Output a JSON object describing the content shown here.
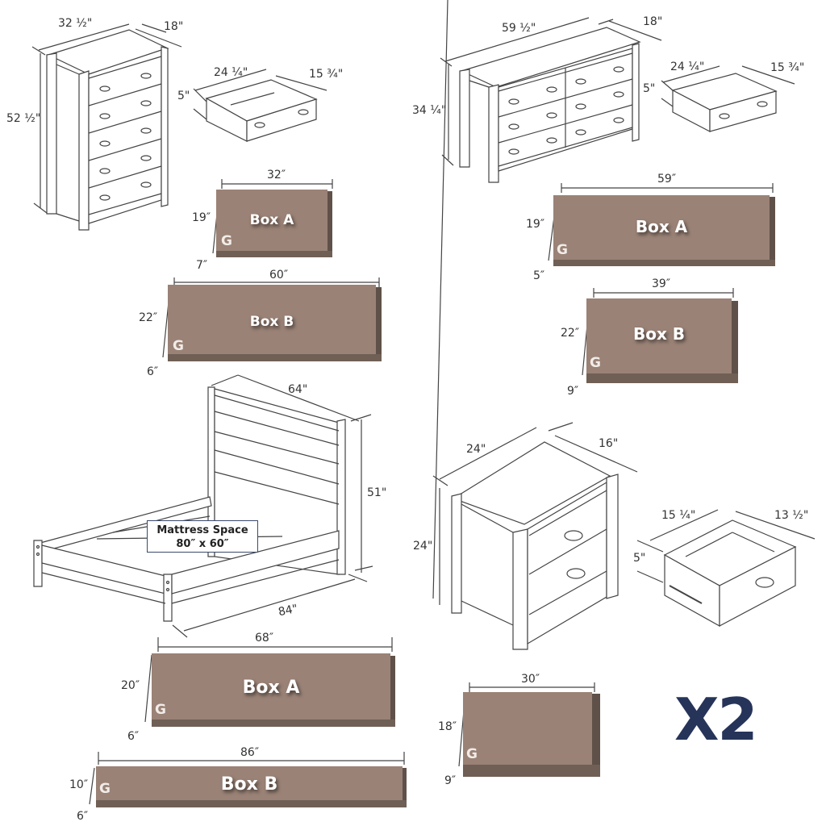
{
  "chest": {
    "width": "32 ½\"",
    "depth": "18\"",
    "height": "52 ½\"",
    "drawer_count": 5,
    "drawer": {
      "width": "24 ¼\"",
      "depth": "15 ¾\"",
      "height": "5\""
    },
    "boxes": [
      {
        "label": "Box A",
        "width": "32″",
        "height": "19″",
        "depth": "7″"
      },
      {
        "label": "Box B",
        "width": "60″",
        "height": "22″",
        "depth": "6″"
      }
    ]
  },
  "dresser": {
    "width": "59 ½\"",
    "depth": "18\"",
    "height": "34 ¼\"",
    "drawer_count": 6,
    "drawer": {
      "width": "24 ¼\"",
      "depth": "15 ¾\"",
      "height": "5\""
    },
    "boxes": [
      {
        "label": "Box A",
        "width": "59″",
        "height": "19″",
        "depth": "5″"
      },
      {
        "label": "Box B",
        "width": "39″",
        "height": "22″",
        "depth": "9″"
      }
    ]
  },
  "bed": {
    "width": "64\"",
    "length": "84\"",
    "height": "51\"",
    "mattress_space": {
      "title": "Mattress Space",
      "size": "80″ x 60″"
    },
    "boxes": [
      {
        "label": "Box A",
        "width": "68″",
        "height": "20″",
        "depth": "6″"
      },
      {
        "label": "Box B",
        "width": "86″",
        "height": "10″",
        "depth": "6″"
      }
    ]
  },
  "nightstand": {
    "width": "24\"",
    "depth": "16\"",
    "height": "24\"",
    "drawer_count": 2,
    "drawer": {
      "width": "15 ¼\"",
      "depth": "13 ½\"",
      "height": "5\""
    },
    "box": {
      "width": "30″",
      "height": "18″",
      "depth": "9″"
    },
    "quantity": "X2"
  },
  "brand_logo_glyph": "G",
  "colors": {
    "box_face": "#9a8276",
    "box_side": "#5f5149",
    "quantity_text": "#26345a",
    "line": "#444444"
  }
}
